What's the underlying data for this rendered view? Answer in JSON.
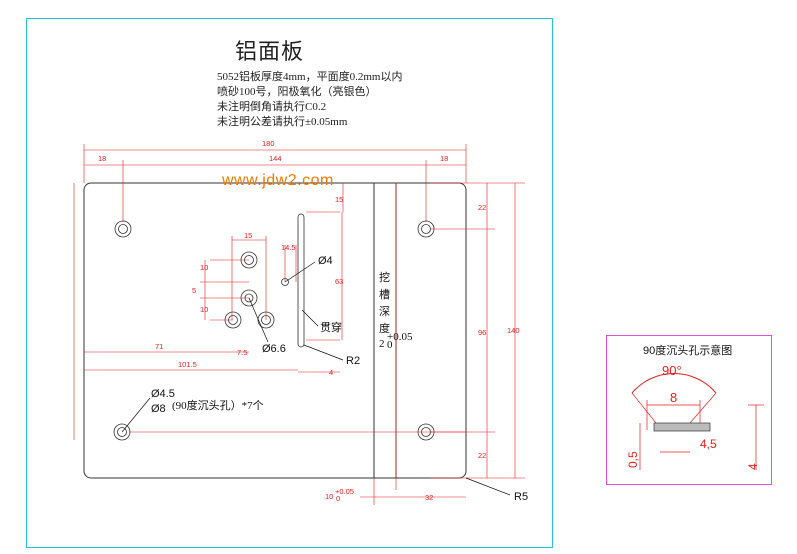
{
  "drawing": {
    "title": "铝面板",
    "notes": [
      "5052铝板厚度4mm，平面度0.2mm以内",
      "喷砂100号，阳极氧化（亮银色）",
      "未注明倒角请执行C0.2",
      "未注明公差请执行±0.05mm"
    ],
    "watermark": "www.jdw2.com"
  },
  "dimensions": {
    "total_width": "180",
    "inner_width": "144",
    "left_margin": "18",
    "right_margin": "18",
    "top_offset": "15",
    "hole_spacing": "15",
    "d_14_5": "14.5",
    "d_10a": "10",
    "d_5": "5",
    "d_10b": "10",
    "d_63": "63",
    "d_71": "71",
    "d_7_5": "7.5",
    "d_101_5": "101.5",
    "d_4": "4",
    "d_22_top": "22",
    "d_96": "96",
    "d_22_bottom": "22",
    "d_140": "140",
    "d_32": "32",
    "groove_width": "10",
    "groove_tol": "+0.05",
    "groove_tol_low": "0"
  },
  "callouts": {
    "hole_4": "Ø4",
    "hole_6_6": "Ø6.6",
    "slot_through": "贯穿",
    "radius_2": "R2",
    "radius_5": "R5",
    "csk_small": "Ø4.5",
    "csk_large": "Ø8",
    "csk_note": "(90度沉头孔）*7个",
    "groove_label": [
      "挖",
      "槽",
      "深",
      "度"
    ],
    "groove_depth": "2",
    "groove_depth_tol": "+0.05",
    "groove_depth_tol_low": "0"
  },
  "inset": {
    "title": "90度沉头孔示意图",
    "angle": "90°",
    "top_diameter": "8",
    "hole_diameter": "4,5",
    "depth": "0,5",
    "thickness": "4"
  }
}
